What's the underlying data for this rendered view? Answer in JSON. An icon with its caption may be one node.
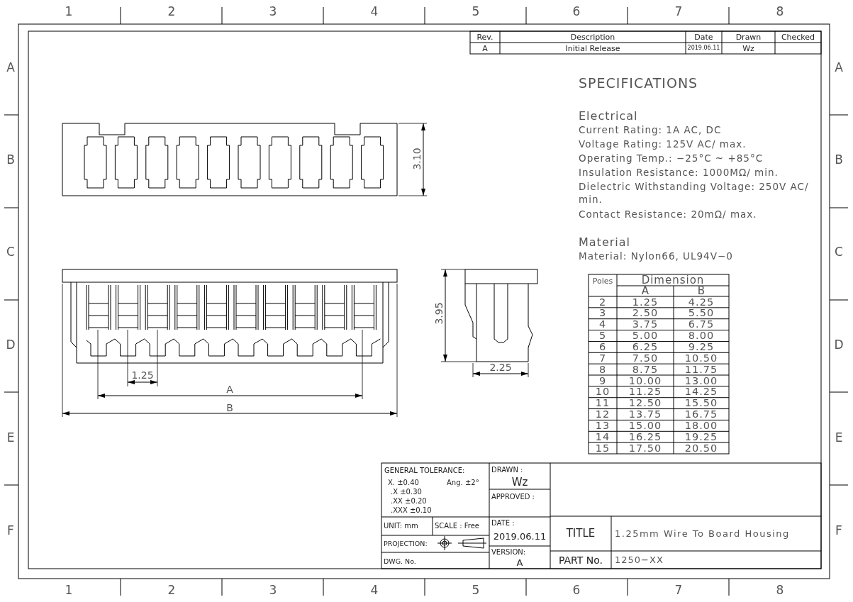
{
  "diagram": {
    "labels": [
      "1",
      "2",
      "3",
      "4",
      "5",
      "6",
      "7",
      "8",
      "A",
      "B",
      "C",
      "D",
      "E",
      "F",
      "A",
      "B",
      "C",
      "D",
      "E",
      "F",
      "1",
      "2",
      "3",
      "4",
      "5",
      "6",
      "7",
      "8",
      "Rev.",
      "Description",
      "Date",
      "Drawn",
      "Checked",
      "A",
      "Initial Release",
      "2019.06.11",
      "Wz",
      "SPECIFICATIONS",
      "Electrical",
      "Current Rating: 1A AC, DC",
      "Voltage Rating: 125V AC/ max.",
      "Operating Temp.: −25°C ~ +85°C",
      "Insulation Resistance: 1000MΩ/ min.",
      "Dielectric Withstanding Voltage: 250V AC/ min.",
      "Contact Resistance: 20mΩ/ max.",
      "Material",
      "Material: Nylon66, UL94V−0",
      "3.10",
      "3.95",
      "1.25",
      "2.25",
      "A",
      "B",
      "Poles",
      "Dimension",
      "A",
      "B",
      "2",
      "1.25",
      "4.25",
      "3",
      "2.50",
      "5.50",
      "4",
      "3.75",
      "6.75",
      "5",
      "5.00",
      "8.00",
      "6",
      "6.25",
      "9.25",
      "7",
      "7.50",
      "10.50",
      "8",
      "8.75",
      "11.75",
      "9",
      "10.00",
      "13.00",
      "10",
      "11.25",
      "14.25",
      "11",
      "12.50",
      "15.50",
      "12",
      "13.75",
      "16.75",
      "13",
      "15.00",
      "18.00",
      "14",
      "16.25",
      "19.25",
      "15",
      "17.50",
      "20.50",
      "GENERAL TOLERANCE:",
      "X.  ±0.40",
      "Ang.  ±2°",
      ".X  ±0.30",
      ".XX  ±0.20",
      ".XXX ±0.10",
      "DRAWN :",
      "Wz",
      "APPROVED :",
      "UNIT:  mm",
      "SCALE :  Free",
      "DATE :",
      "2019.06.11",
      "PROJECTION:",
      "VERSION:",
      "DWG. No.",
      "A",
      "TITLE",
      "1.25mm Wire To Board Housing",
      "PART No.",
      "1250−XX"
    ]
  }
}
